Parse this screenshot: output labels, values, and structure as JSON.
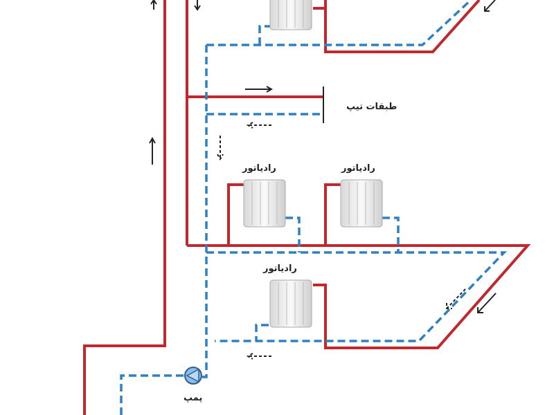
{
  "labels": {
    "typical_floors": "طبقات تیپ",
    "radiator_1": "رادیاتور",
    "radiator_2": "رادیاتور",
    "radiator_3": "رادیاتور",
    "pump": "پمپ"
  },
  "colors": {
    "supply": "#c0282d",
    "return": "#2f80c3"
  }
}
